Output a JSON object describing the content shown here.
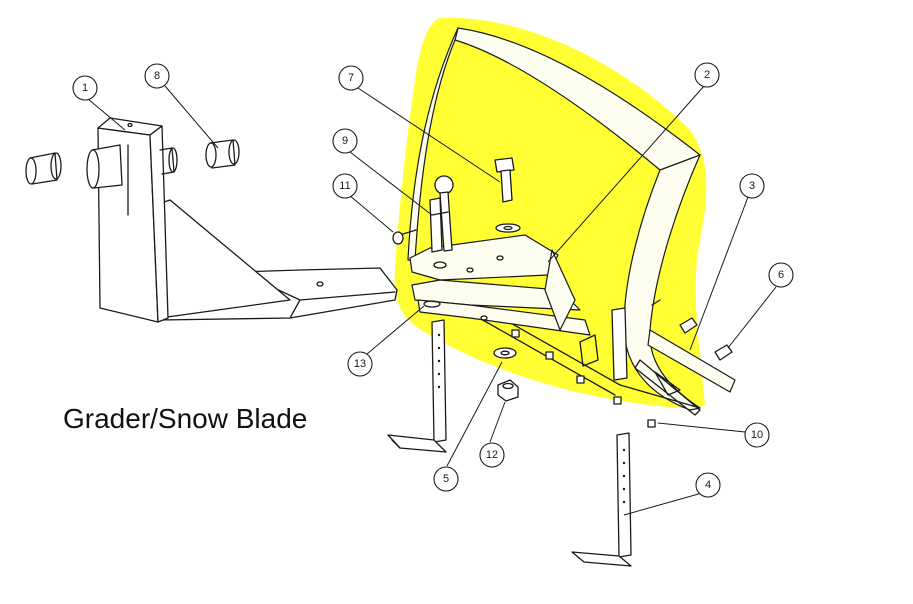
{
  "title": "Grader/Snow Blade",
  "highlight_color": "#ffff33",
  "callouts": [
    {
      "label": "1"
    },
    {
      "label": "2"
    },
    {
      "label": "3"
    },
    {
      "label": "4"
    },
    {
      "label": "5"
    },
    {
      "label": "6"
    },
    {
      "label": "7"
    },
    {
      "label": "8"
    },
    {
      "label": "9"
    },
    {
      "label": "10"
    },
    {
      "label": "11"
    },
    {
      "label": "12"
    },
    {
      "label": "13"
    }
  ]
}
